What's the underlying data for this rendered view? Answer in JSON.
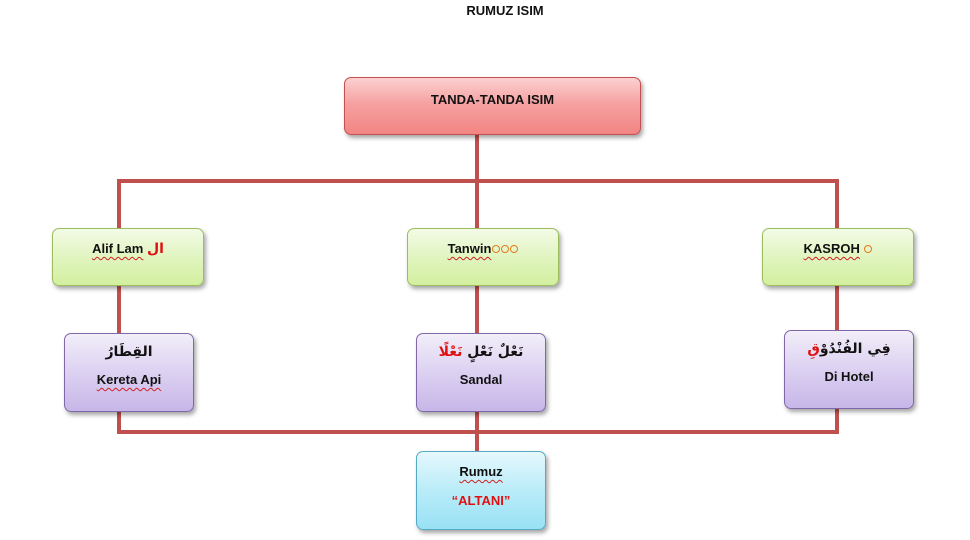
{
  "title": "RUMUZ ISIM",
  "colors": {
    "connector": "#c0504d",
    "root_fill": "#f6a1a1",
    "green_fill": "#dff4bd",
    "purple_fill": "#dcd1f1",
    "cyan_fill": "#b9ecf8",
    "accent_red": "#e01010"
  },
  "root": {
    "label": "TANDA-TANDA ISIM"
  },
  "signs": [
    {
      "label": "Alif Lam",
      "arabic": "ال"
    },
    {
      "label": "Tanwin",
      "marks": "ٌٍ ً"
    },
    {
      "label": "KASROH",
      "mark": "ِ"
    }
  ],
  "examples": [
    {
      "arabic": "القِطَارُ",
      "meaning": "Kereta Api"
    },
    {
      "arabic_prefix": "نَعْلٌ",
      "arabic_mid": "نَعْلٍ",
      "arabic_end": "نَعْلًا",
      "meaning": "Sandal"
    },
    {
      "arabic_main": "فِي الفُنْدُوْ",
      "arabic_end": "قِ",
      "meaning": "Di Hotel"
    }
  ],
  "summary": {
    "label": "Rumuz",
    "value": "“ALTANI”"
  }
}
